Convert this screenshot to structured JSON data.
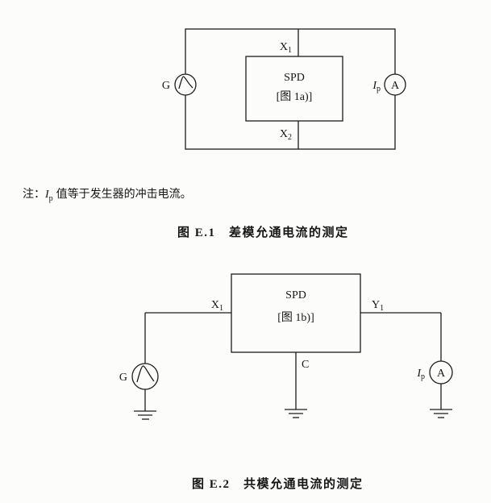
{
  "figure1": {
    "spd": {
      "title": "SPD",
      "ref": "[图 1a)]"
    },
    "terminal_top": {
      "base": "X",
      "sub": "1"
    },
    "terminal_bottom": {
      "base": "X",
      "sub": "2"
    },
    "generator_label": "G",
    "ammeter_label": "A",
    "current_label": {
      "base": "I",
      "sub": "p"
    },
    "caption": "图 E.1　差模允通电流的测定"
  },
  "note": {
    "label": "注：",
    "symbol_base": "I",
    "symbol_sub": "p",
    "text": "值等于发生器的冲击电流。"
  },
  "figure2": {
    "spd": {
      "title": "SPD",
      "ref": "[图 1b)]"
    },
    "terminal_left": {
      "base": "X",
      "sub": "1"
    },
    "terminal_right": {
      "base": "Y",
      "sub": "1"
    },
    "terminal_bottom": "C",
    "generator_label": "G",
    "ammeter_label": "A",
    "current_label": {
      "base": "I",
      "sub": "p"
    },
    "caption": "图 E.2　共模允通电流的测定"
  },
  "colors": {
    "line": "#1c1c1c",
    "background": "#fcfcfb"
  }
}
